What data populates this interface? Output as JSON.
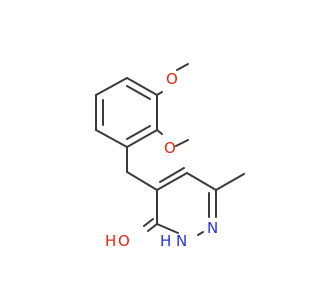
{
  "molecule": {
    "atoms": {
      "o_methoxy_top": "O",
      "o_methoxy_mid": "O",
      "n_ring": "N",
      "nh_ring": "H",
      "nh_ring_n": "N",
      "o_carbonyl_h": "H",
      "o_carbonyl": "O"
    }
  },
  "colors": {
    "oxygen": "#e8260c",
    "nitrogen": "#2532e6",
    "bond": "#3a3a3a"
  }
}
